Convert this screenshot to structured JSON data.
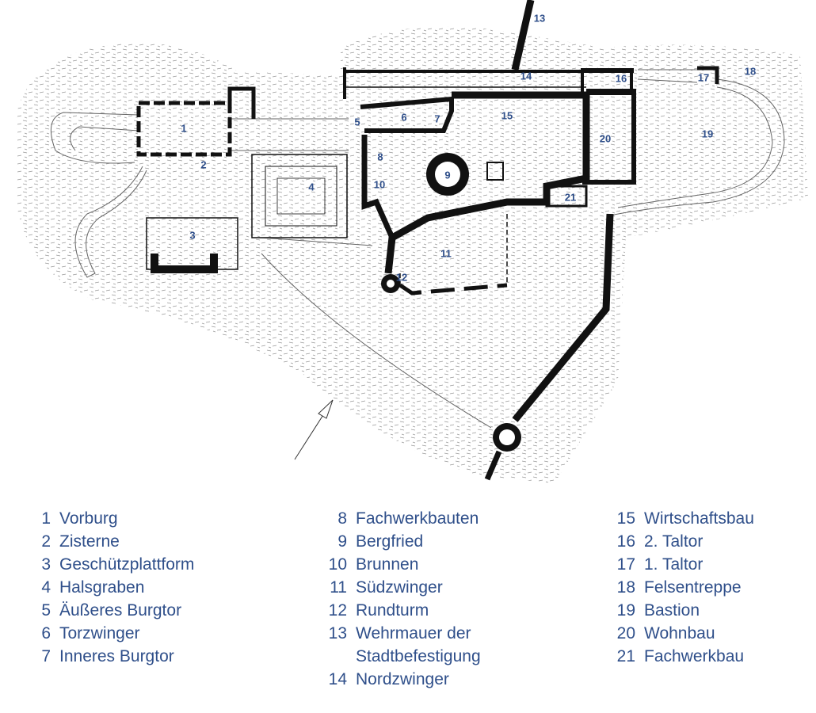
{
  "map_labels": {
    "n1": "1",
    "n2": "2",
    "n3": "3",
    "n4": "4",
    "n5": "5",
    "n6": "6",
    "n7": "7",
    "n8": "8",
    "n9": "9",
    "n10": "10",
    "n11": "11",
    "n12": "12",
    "n13": "13",
    "n14": "14",
    "n15": "15",
    "n16": "16",
    "n17": "17",
    "n18": "18",
    "n19": "19",
    "n20": "20",
    "n21": "21"
  },
  "legend": {
    "col1": [
      {
        "num": "1",
        "label": "Vorburg"
      },
      {
        "num": "2",
        "label": "Zisterne"
      },
      {
        "num": "3",
        "label": "Geschützplattform"
      },
      {
        "num": "4",
        "label": "Halsgraben"
      },
      {
        "num": "5",
        "label": "Äußeres Burgtor"
      },
      {
        "num": "6",
        "label": "Torzwinger"
      },
      {
        "num": "7",
        "label": "Inneres Burgtor"
      }
    ],
    "col2": [
      {
        "num": "8",
        "label": "Fachwerkbauten"
      },
      {
        "num": "9",
        "label": "Bergfried"
      },
      {
        "num": "10",
        "label": "Brunnen"
      },
      {
        "num": "11",
        "label": "Südzwinger"
      },
      {
        "num": "12",
        "label": "Rundturm"
      },
      {
        "num": "13",
        "label": "Wehrmauer der"
      },
      {
        "num": "",
        "label": "Stadtbefestigung"
      },
      {
        "num": "14",
        "label": "Nordzwinger"
      }
    ],
    "col3": [
      {
        "num": "15",
        "label": "Wirtschaftsbau"
      },
      {
        "num": "16",
        "label": "2. Taltor"
      },
      {
        "num": "17",
        "label": "1. Taltor"
      },
      {
        "num": "18",
        "label": "Felsentreppe"
      },
      {
        "num": "19",
        "label": "Bastion"
      },
      {
        "num": "20",
        "label": "Wohnbau"
      },
      {
        "num": "21",
        "label": "Fachwerkbau"
      }
    ]
  },
  "colors": {
    "label": "#2f4f8a",
    "wall": "#111111",
    "terrain": "#9a9a9a"
  }
}
